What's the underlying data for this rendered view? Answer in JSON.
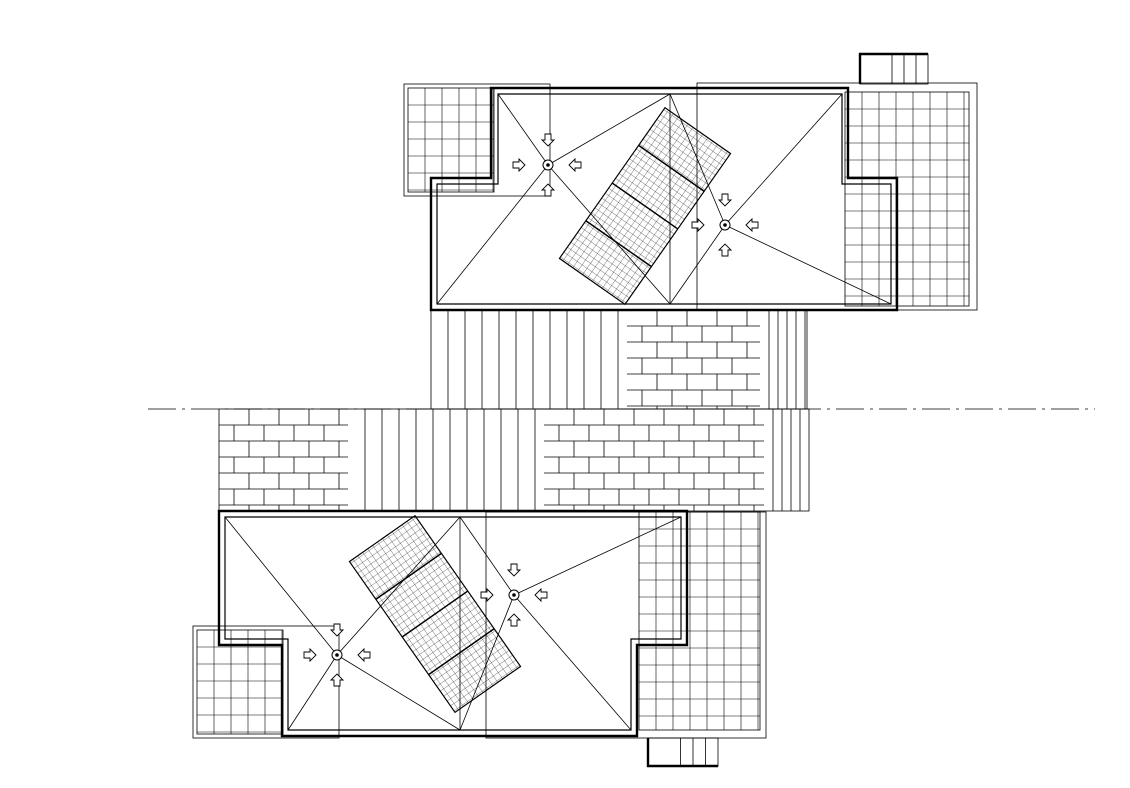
{
  "drawing": {
    "type": "roof plan",
    "units": [
      {
        "id": "upper",
        "drain_count": 2,
        "solar_panel_modules": 4
      },
      {
        "id": "lower",
        "drain_count": 2,
        "solar_panel_modules": 4
      }
    ],
    "annotations": []
  }
}
